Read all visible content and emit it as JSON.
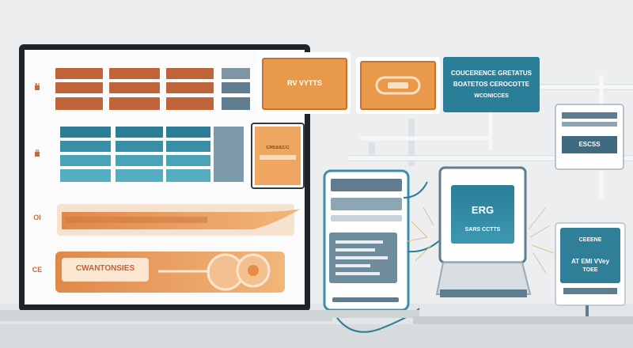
{
  "labels": {
    "callout_1": "RV VYTTS",
    "callout_3_line1": "COUCERENCE GRETATUS",
    "callout_3_line2": "BOATETOS CEROCOTTE",
    "callout_3_line3": "WCONICCES",
    "side_card": "CREEECC",
    "right_module": "ESCSS",
    "center_device_title": "ERG",
    "center_device_sub": "SARS CCTTS",
    "teal_card_title": "CEEENE",
    "teal_card_line1": "AT EMI VVey",
    "teal_card_line2": "TOEE",
    "wide_bar": "CWANTONSIES",
    "margin_1": "N",
    "margin_2": "II",
    "margin_3": "OI",
    "margin_4": "CE"
  },
  "colors": {
    "orange": "#e89a4a",
    "rust": "#c0653a",
    "teal": "#2f7f98",
    "teal_light": "#4aa3b8",
    "slate": "#5f7d8e",
    "background": "#eceeef"
  }
}
